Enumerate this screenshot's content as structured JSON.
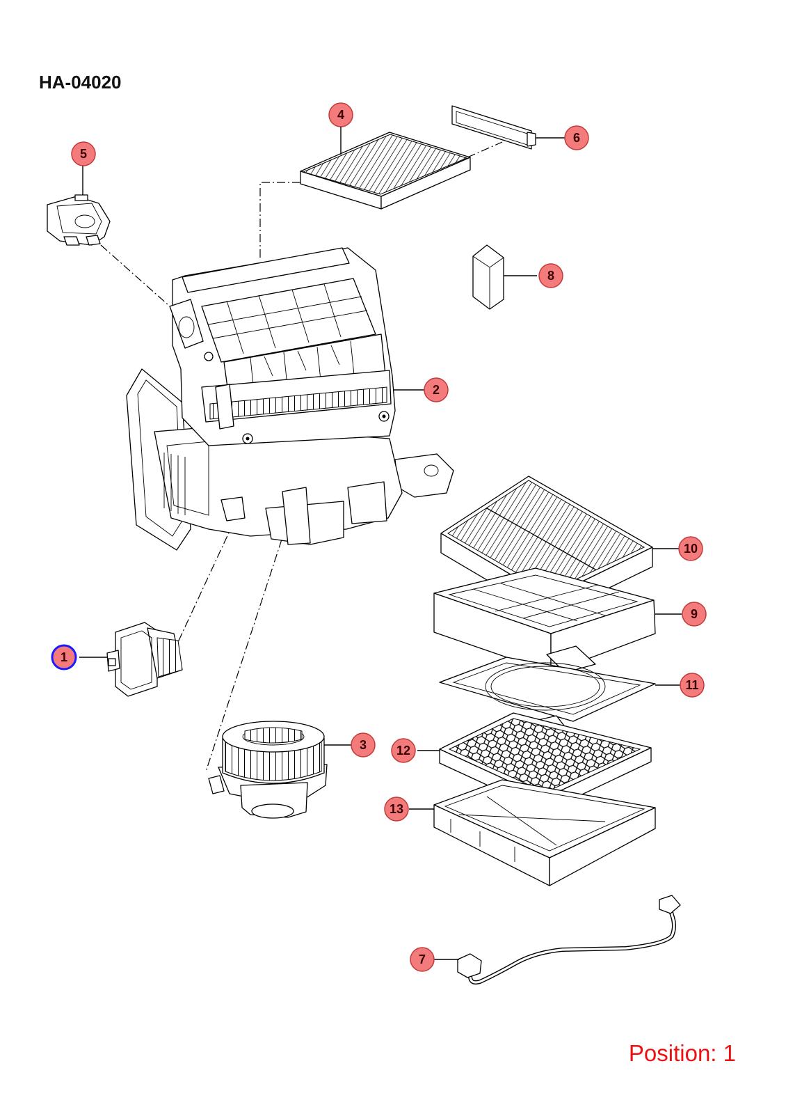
{
  "title": "HA-04020",
  "position": "Position: 1",
  "selected_callout": "1",
  "colors": {
    "callout_fill": "#f47b7b",
    "callout_selected_border": "#1a1aff",
    "position_text": "#ee1111"
  },
  "callouts": [
    "1",
    "2",
    "3",
    "4",
    "5",
    "6",
    "7",
    "8",
    "9",
    "10",
    "11",
    "12",
    "13"
  ]
}
